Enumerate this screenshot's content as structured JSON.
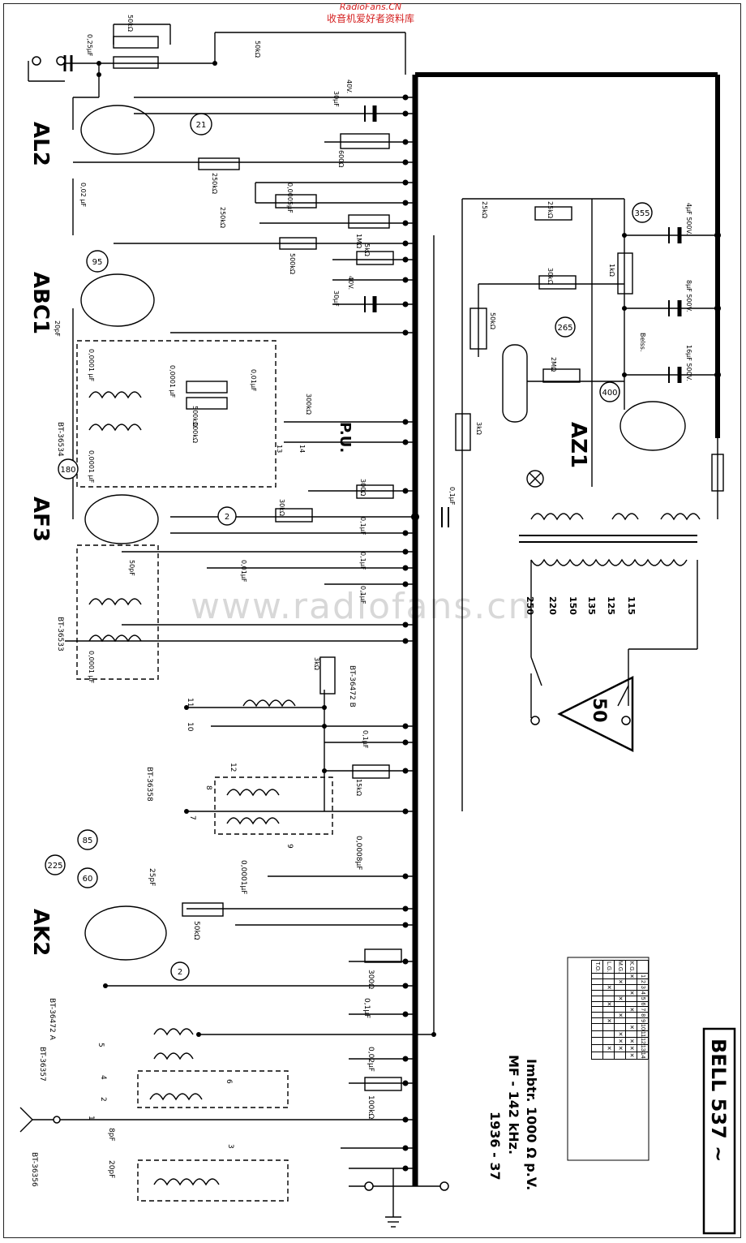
{
  "watermark": {
    "site": "RadioFans.CN",
    "cn": "收音机爱好者资料库",
    "mid": "www.radiofans.cn"
  },
  "tubes": [
    "AL2",
    "ABC1",
    "AF3",
    "AK2",
    "AZ1"
  ],
  "transformers": [
    "BT-36534",
    "BT-36533",
    "BT-36472 B",
    "BT-36358",
    "BT-36472 A",
    "BT-36357",
    "BT-36356"
  ],
  "voltages": [
    "21",
    "95",
    "180",
    "2",
    "85",
    "225",
    "60",
    "2",
    "265",
    "355",
    "400"
  ],
  "mains_taps": [
    "250",
    "220",
    "150",
    "135",
    "125",
    "115"
  ],
  "fuse_label": "50",
  "components_top": [
    "0,25µF",
    "50kΩ",
    "50kΩ",
    "40V.",
    "30µF",
    "600Ω",
    "250kΩ",
    "0,02 µF",
    "0,0005µF",
    "250kΩ",
    "1MΩ",
    "500kΩ",
    "5kΩ",
    "40V.",
    "30µF",
    "20pF"
  ],
  "components_mid": [
    "0,0001 µF",
    "0,0001 µF",
    "500kΩ",
    "0,01µF",
    "100kΩ",
    "300kΩ",
    "P.U.",
    "13",
    "14",
    "0,0001 µF",
    "300Ω",
    "30kΩ",
    "0,1µF",
    "0,1µF",
    "0,01µF",
    "0,1µF",
    "50pF",
    "0,0001 µF",
    "3kΩ",
    "0,1µF",
    "15kΩ"
  ],
  "components_right": [
    "25kΩ",
    "25kΩ",
    "30kΩ",
    "1kΩ",
    "50kΩ",
    "2MΩ",
    "Belss.",
    "4µF 500V.",
    "8µF 500V.",
    "16µF 500V.",
    "3kΩ",
    "0,1µF"
  ],
  "components_low": [
    "11",
    "10",
    "12",
    "8",
    "7",
    "9",
    "25pF",
    "0,0001µF",
    "0,0008µF",
    "50kΩ",
    "300Ω",
    "0,1µF",
    "5",
    "4",
    "0,02µF",
    "6",
    "100kΩ",
    "1",
    "2",
    "3",
    "8pF",
    "20pF"
  ],
  "notes": {
    "line1": "1936 - 37",
    "line2": "MF - 142 kHz.",
    "line3": "Imbtr. 1000 Ω p.V.",
    "model": "BELL 537 ~"
  },
  "switch_table": {
    "header": [
      "1",
      "2",
      "3",
      "4",
      "5",
      "6",
      "7",
      "8",
      "9",
      "10",
      "11",
      "12",
      "13",
      "14"
    ],
    "rows": [
      {
        "label": "K.G.",
        "marks": [
          1,
          0,
          0,
          1,
          0,
          0,
          1,
          0,
          0,
          1,
          0,
          1,
          1,
          1
        ]
      },
      {
        "label": "M.G.",
        "marks": [
          0,
          1,
          0,
          0,
          1,
          0,
          0,
          1,
          0,
          0,
          1,
          1,
          1,
          0
        ]
      },
      {
        "label": "L.G.",
        "marks": [
          0,
          0,
          1,
          0,
          0,
          1,
          0,
          0,
          1,
          0,
          0,
          0,
          1,
          0
        ]
      },
      {
        "label": "T.O.",
        "marks": [
          0,
          0,
          0,
          0,
          0,
          0,
          0,
          0,
          0,
          0,
          0,
          0,
          0,
          0
        ]
      }
    ]
  }
}
